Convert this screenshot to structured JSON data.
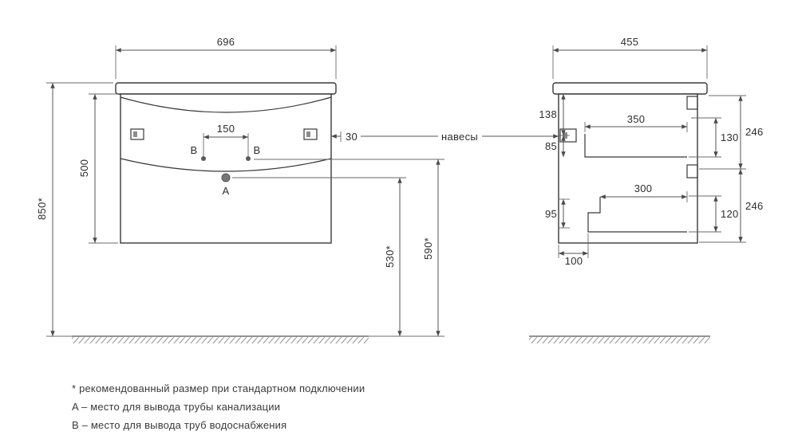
{
  "front_view": {
    "dim_width": "696",
    "dim_height": "500",
    "dim_mount_height": "850*",
    "dim_pipe_spacing": "150",
    "dim_hanger_offset": "30",
    "dim_sewage_height": "530*",
    "dim_water_height": "590*",
    "label_a": "A",
    "label_b_left": "B",
    "label_b_right": "B"
  },
  "side_view": {
    "dim_depth": "455",
    "dim_top_to_hanger": "138",
    "dim_hanger_to_drawer": "85",
    "dim_drawer1_depth": "350",
    "dim_drawer1_height": "130",
    "dim_section1_height": "246",
    "dim_drawer2_depth": "300",
    "dim_drawer2_height": "120",
    "dim_section2_height": "246",
    "dim_cutout_height": "95",
    "dim_back_clearance": "100"
  },
  "callout": {
    "hangers": "навесы"
  },
  "footnotes": [
    "* рекомендованный размер при стандартном подключении",
    "A – место для вывода трубы канализации",
    "B – место для вывода труб водоснабжения"
  ]
}
